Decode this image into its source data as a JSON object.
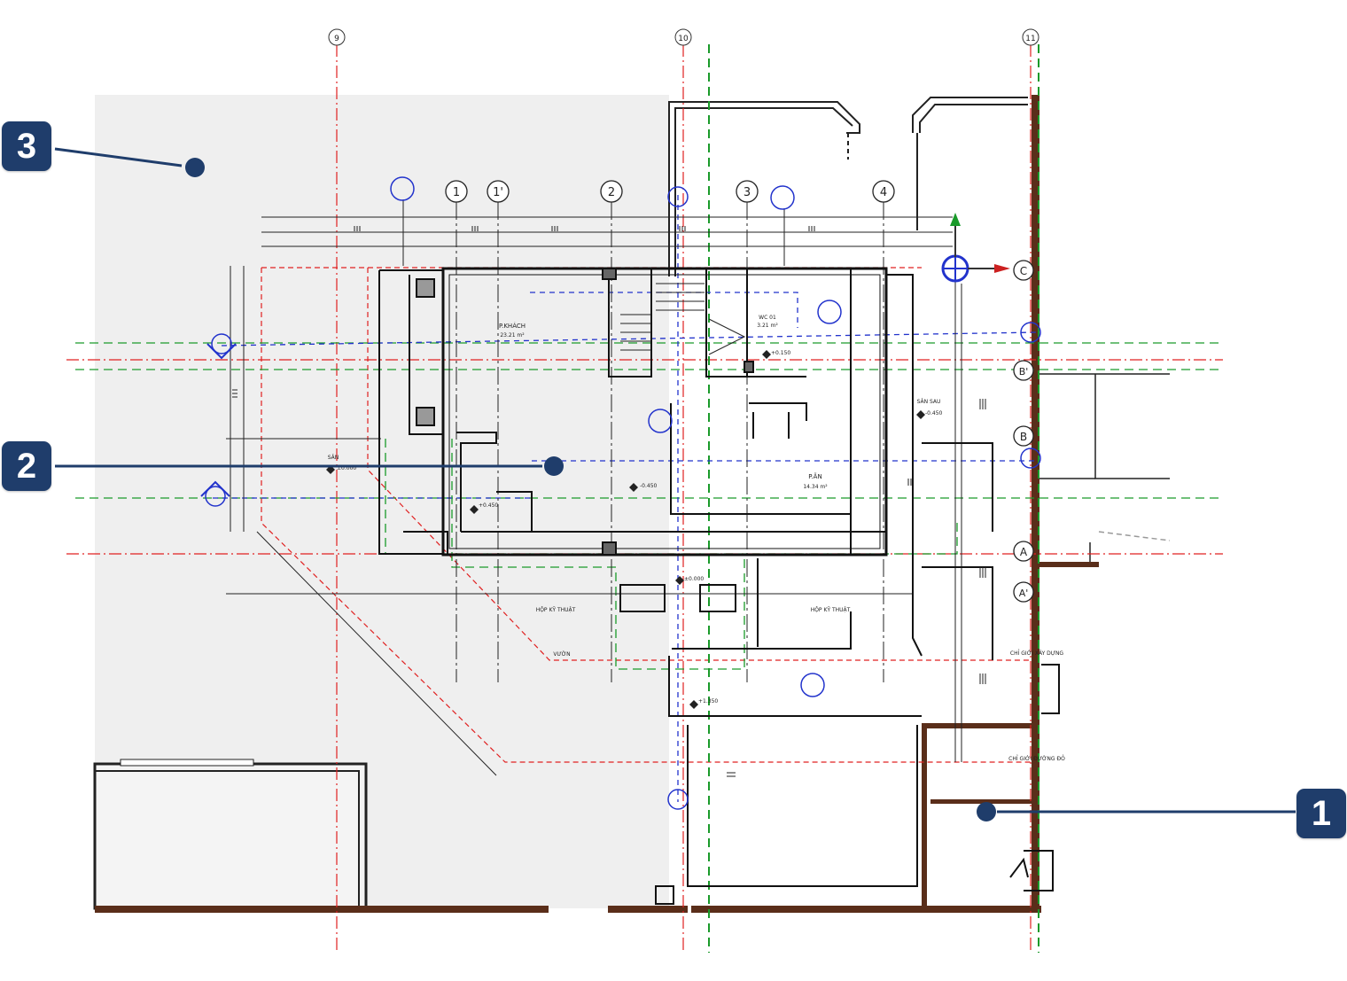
{
  "grid_bubbles": {
    "top": [
      "9",
      "10",
      "11"
    ],
    "inner": [
      "1",
      "1'",
      "2",
      "3",
      "4"
    ],
    "right": [
      "C",
      "B'",
      "B",
      "A",
      "A'"
    ]
  },
  "room_labels": {
    "phong_khach": "P.KHÁCH",
    "phong_khach_area": "23.21 m²",
    "phong_an": "P.ĂN",
    "phong_an_area": "14.34 m²",
    "wc": "WC 01",
    "wc_area": "3.21 m²",
    "san_sau": "SÂN SAU",
    "san": "SÂN",
    "hop_ky_thuat_1": "HỘP KỸ THUẬT",
    "hop_ky_thuat_2": "HỘP KỸ THUẬT",
    "vuon": "VƯỜN",
    "chi_gioi_xay_dung": "CHỈ GIỚI XÂY DỰNG",
    "chi_gioi_duong_do": "CHỈ GIỚI ĐƯỜNG ĐỎ"
  },
  "level_marks": {
    "m1": "±0.000",
    "m2": "-0.450",
    "m3": "+0.450",
    "m4": "+0.150",
    "m5": "-0.450",
    "m6": "+1.350",
    "m7": "±0.000"
  },
  "callouts": {
    "c1": "1",
    "c2": "2",
    "c3": "3"
  },
  "colors": {
    "callout_bg": "#1f3d6b",
    "site_fill": "#efefef",
    "wall_brown": "#5a2e1a",
    "grid_red": "#e02020",
    "line_green": "#1a9a2a",
    "line_blue": "#2233cc"
  }
}
